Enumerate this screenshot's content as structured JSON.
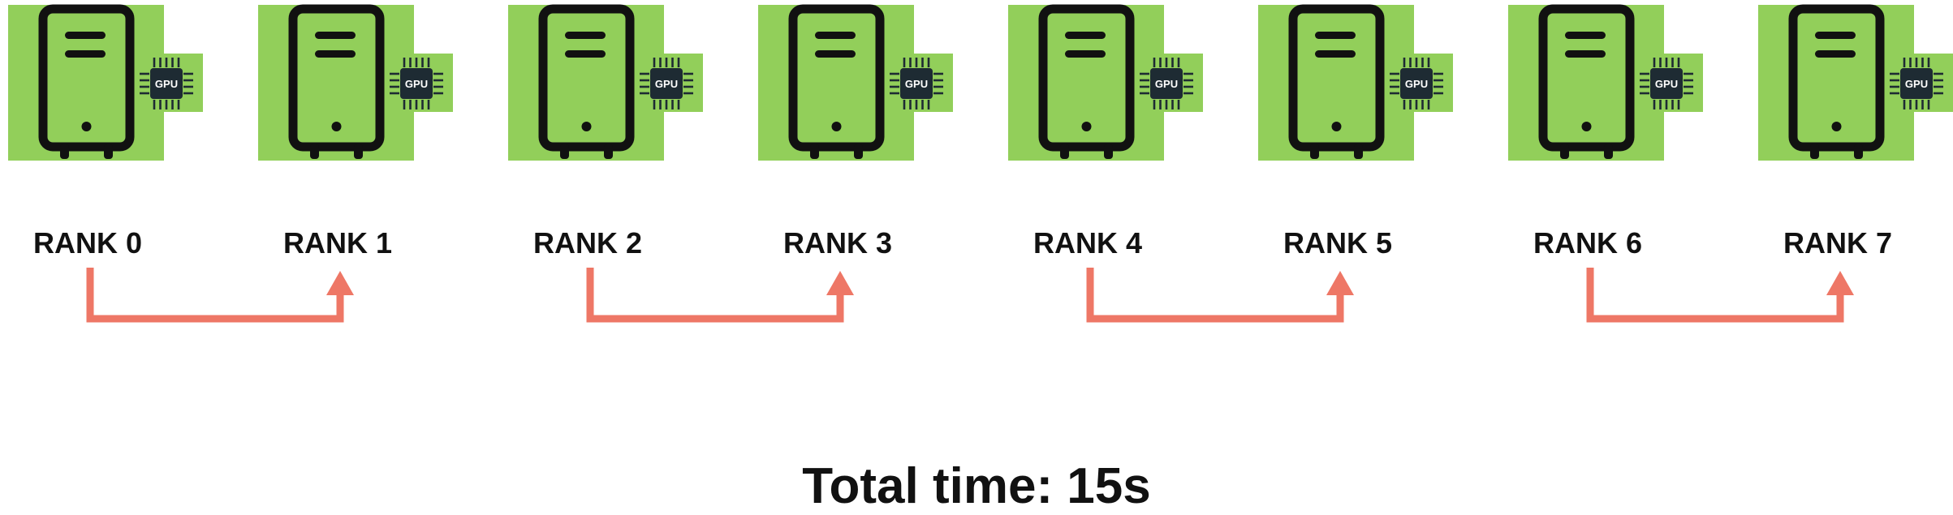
{
  "diagram": {
    "nodes": [
      {
        "rank_label": "RANK 0",
        "chip_label": "GPU",
        "icon": "server-icon"
      },
      {
        "rank_label": "RANK 1",
        "chip_label": "GPU",
        "icon": "server-icon"
      },
      {
        "rank_label": "RANK 2",
        "chip_label": "GPU",
        "icon": "server-icon"
      },
      {
        "rank_label": "RANK 3",
        "chip_label": "GPU",
        "icon": "server-icon"
      },
      {
        "rank_label": "RANK 4",
        "chip_label": "GPU",
        "icon": "server-icon"
      },
      {
        "rank_label": "RANK 5",
        "chip_label": "GPU",
        "icon": "server-icon"
      },
      {
        "rank_label": "RANK 6",
        "chip_label": "GPU",
        "icon": "server-icon"
      },
      {
        "rank_label": "RANK 7",
        "chip_label": "GPU",
        "icon": "server-icon"
      }
    ],
    "transfers": [
      {
        "from": 0,
        "to": 1
      },
      {
        "from": 2,
        "to": 3
      },
      {
        "from": 4,
        "to": 5
      },
      {
        "from": 6,
        "to": 7
      }
    ],
    "total_time": "Total time: 15s"
  },
  "colors": {
    "node_background": "#92cf5a",
    "server_outline": "#111111",
    "chip_fill": "#1e2b33",
    "arrow": "#ee7766",
    "text": "#111111"
  }
}
